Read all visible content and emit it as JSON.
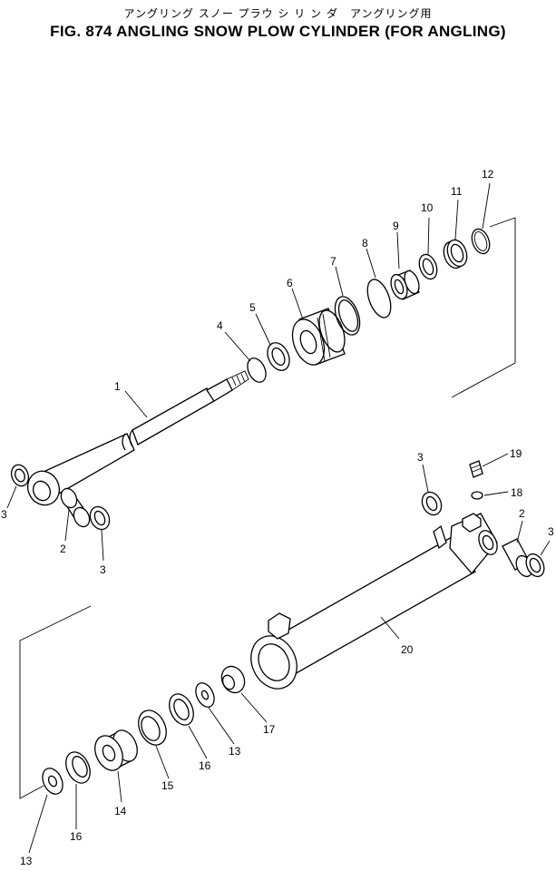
{
  "header": {
    "title_jp": "アングリング スノー プラウ シ リ ン ダ　アングリング用",
    "title_en": "FIG. 874  ANGLING SNOW PLOW CYLINDER (FOR ANGLING)"
  },
  "callouts": {
    "c1": "1",
    "c2a": "2",
    "c2b": "2",
    "c3a": "3",
    "c3b": "3",
    "c3c": "3",
    "c3d": "3",
    "c4": "4",
    "c5": "5",
    "c6": "6",
    "c7": "7",
    "c8": "8",
    "c9": "9",
    "c10": "10",
    "c11": "11",
    "c12": "12",
    "c13a": "13",
    "c13b": "13",
    "c14": "14",
    "c15": "15",
    "c16a": "16",
    "c16b": "16",
    "c17": "17",
    "c18": "18",
    "c19": "19",
    "c20": "20"
  }
}
